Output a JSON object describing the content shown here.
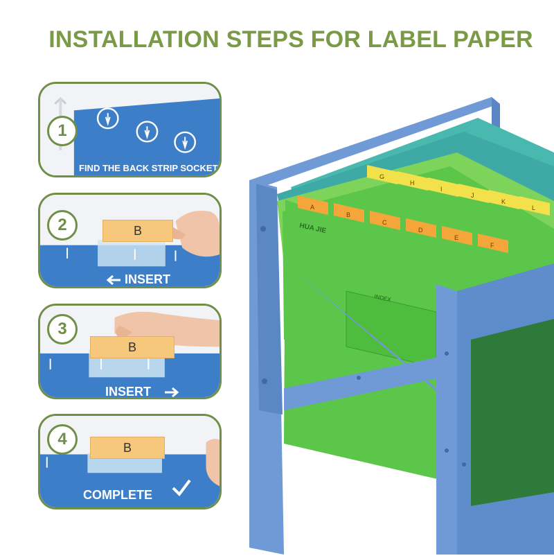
{
  "title": "INSTALLATION STEPS FOR LABEL PAPER",
  "steps": [
    {
      "number": "1",
      "caption": "FIND THE BACK STRIP SOCKET"
    },
    {
      "number": "2",
      "caption": "INSERT",
      "label": "B"
    },
    {
      "number": "3",
      "caption": "INSERT",
      "label": "B"
    },
    {
      "number": "4",
      "caption": "COMPLETE",
      "label": "B"
    }
  ],
  "cabinet": {
    "brand": "HUA JIE",
    "index_label": "INDEX",
    "front_tabs": [
      "A",
      "B",
      "C",
      "D",
      "E",
      "F"
    ],
    "back_tabs": [
      "G",
      "H",
      "I",
      "J",
      "K",
      "L"
    ]
  },
  "colors": {
    "title_green": "#7a9a45",
    "frame_blue": "#6f9ad6",
    "folder_green": "#5cc64a",
    "folder_teal": "#49b9b0",
    "tab_orange": "#f5a63a",
    "tab_yellow": "#f2e14b",
    "panel_blue": "#3d7ec9"
  },
  "icons": {
    "step2_arrow": "arrow-left-icon",
    "step3_arrow": "arrow-right-icon",
    "step4_mark": "checkmark-icon"
  }
}
